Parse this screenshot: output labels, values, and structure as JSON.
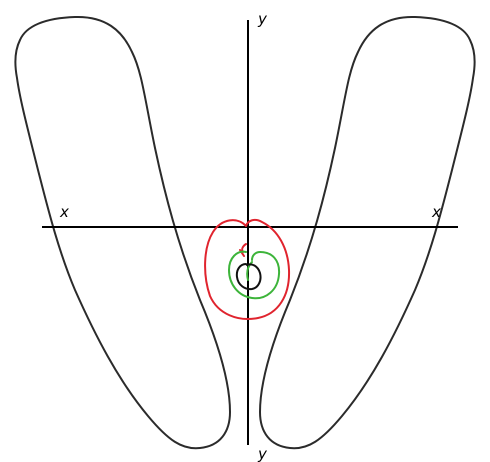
{
  "labels": {
    "x_left": "x",
    "x_right": "x",
    "y_top": "y",
    "y_bottom": "y"
  },
  "colors": {
    "outline": "#2b2b2b",
    "axes": "#000000",
    "trace_outer": "#e0242e",
    "trace_middle": "#3db43a",
    "trace_inner": "#111111",
    "background": "#ffffff"
  },
  "elements": {
    "shapes": [
      "left-foot-outline",
      "right-foot-outline"
    ],
    "traces": [
      "outer-red-trace",
      "middle-green-trace",
      "inner-black-trace"
    ]
  }
}
